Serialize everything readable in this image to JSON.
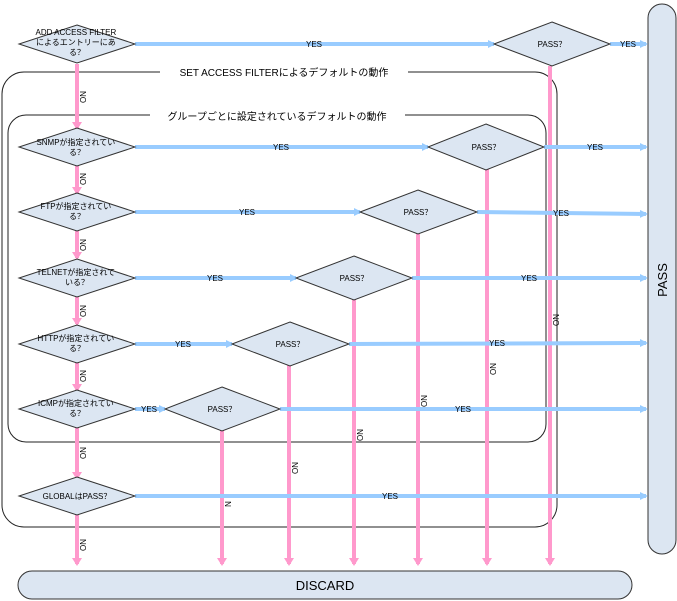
{
  "diagram": {
    "group_set_access_filter": "SET ACCESS FILTERによるデフォルトの動作",
    "group_per_group": "グループごとに設定されているデフォルトの動作",
    "pass_terminal": "PASS",
    "discard_terminal": "DISCARD",
    "decisions": {
      "add_access_filter": [
        "ADD ACCESS FILTER",
        "によるエントリーにあ",
        "る？"
      ],
      "snmp": [
        "SNMPが指定されてい",
        "る？"
      ],
      "ftp": [
        "FTPが指定されてい",
        "る？"
      ],
      "telnet": [
        "TELNETが指定されて",
        "いる？"
      ],
      "http": [
        "HTTPが指定されてい",
        "る？"
      ],
      "icmp": [
        "ICMPが指定されてい",
        "る？"
      ],
      "global": [
        "GLOBALはPASS？"
      ]
    },
    "pass_label": "PASS？",
    "yes": "YES",
    "no": "NO",
    "no_short": "N"
  }
}
